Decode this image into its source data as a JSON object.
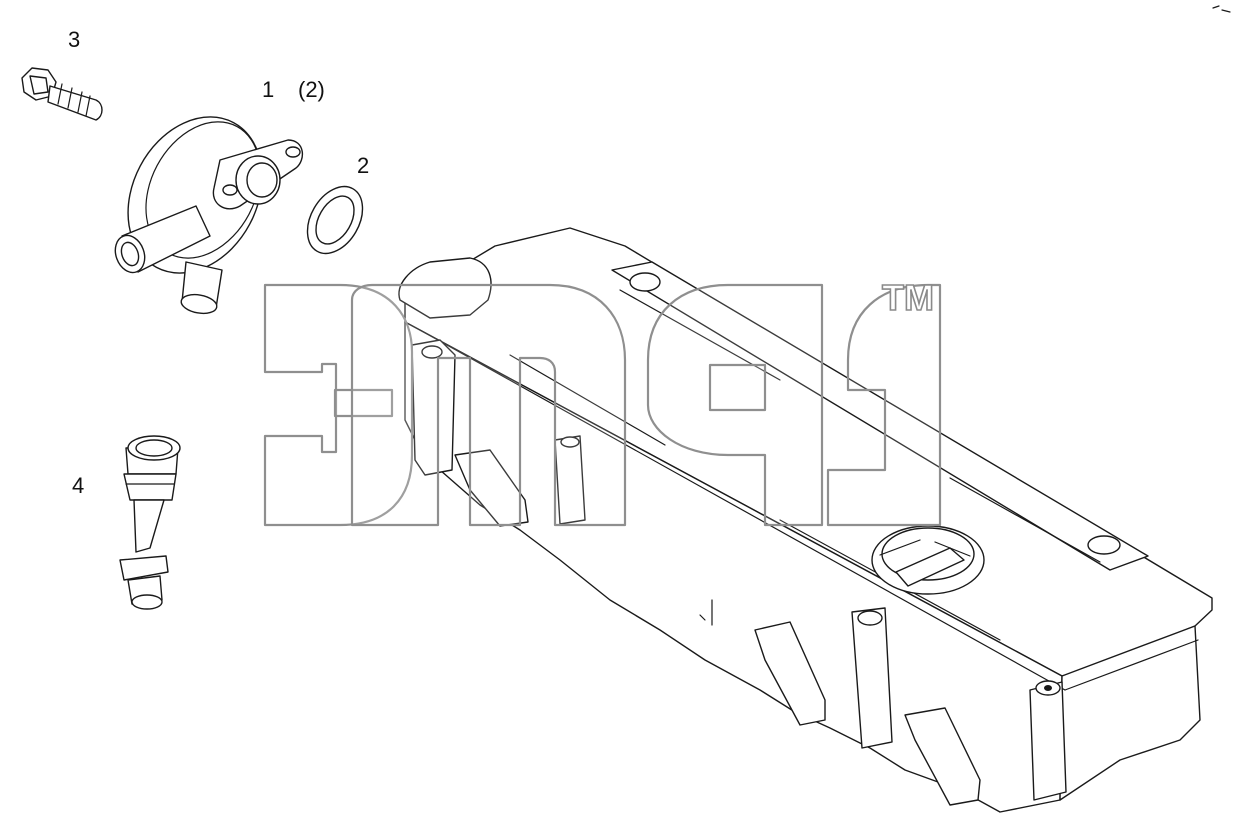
{
  "labels": {
    "part_1": "1",
    "part_1_qty": "(2)",
    "part_2": "2",
    "part_3": "3",
    "part_4": "4"
  },
  "watermark": {
    "trademark": "TM"
  },
  "icons": {
    "bolt": "bolt-icon",
    "breather_valve": "valve-icon",
    "seal_ring": "ring-icon",
    "hose_fitting": "fitting-icon",
    "valve_cover": "cover-icon"
  }
}
